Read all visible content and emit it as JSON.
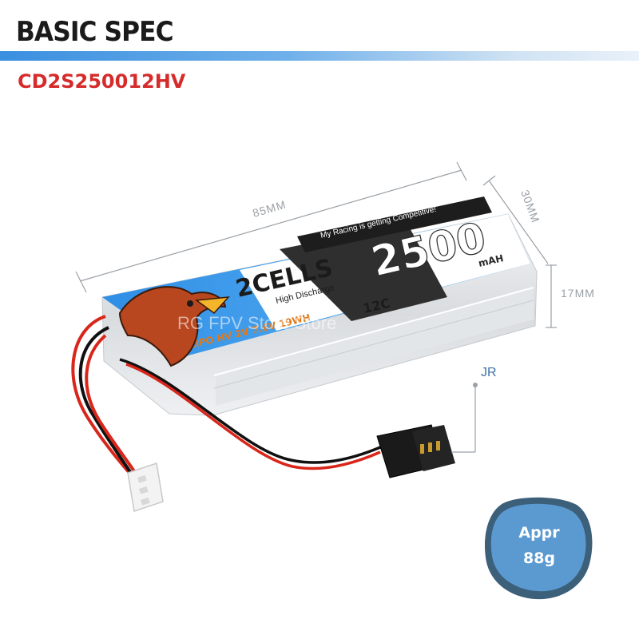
{
  "header": {
    "title": "BASIC SPEC"
  },
  "model": "CD2S250012HV",
  "dimensions": {
    "length": "85MM",
    "width": "30MM",
    "height": "17MM"
  },
  "battery_label": {
    "slogan": "My Racing is getting Competitive!",
    "cells": "2CELLS",
    "subtitle": "High Discharge",
    "capacity": "2500",
    "capacity_unit": "mAH",
    "specs": "LIPO HV 2V 7.6V 19WH",
    "rating": "12C"
  },
  "watermark": "RG FPV Store Store",
  "connector": "JR",
  "weight_badge": {
    "line1": "Appr",
    "line2": "88g"
  },
  "colors": {
    "accent_red": "#d52b2b",
    "header_blue": "#3a8fe0",
    "badge_blue": "#5b9ad0",
    "label_text": "#9aa0a6"
  }
}
